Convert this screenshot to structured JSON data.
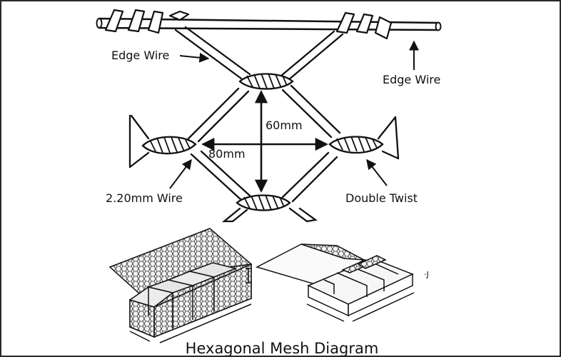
{
  "labels": {
    "edge_wire_left": "Edge Wire",
    "edge_wire_right": "Edge Wire",
    "height_dim": "60mm",
    "width_dim": "80mm",
    "wire_size": "2.20mm Wire",
    "double_twist": "Double Twist",
    "small_mark_right": "·J"
  },
  "title": "Hexagonal Mesh Diagram",
  "colors": {
    "stroke": "#111111",
    "background": "#ffffff",
    "frame": "#2a2a2a"
  }
}
